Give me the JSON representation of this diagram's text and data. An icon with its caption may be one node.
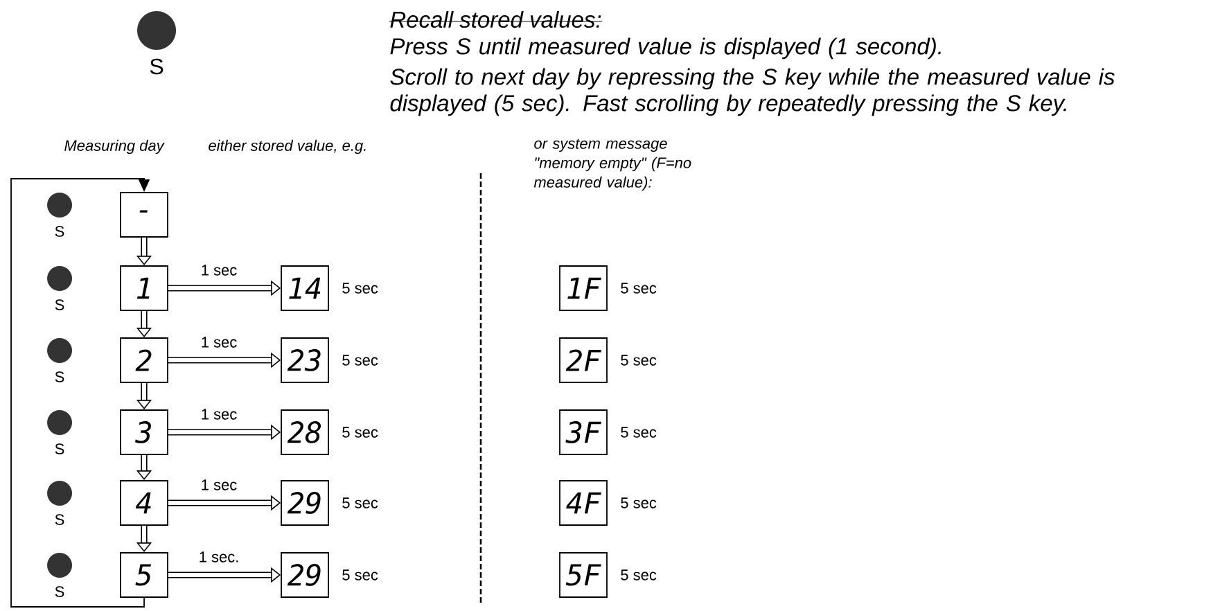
{
  "diagram": {
    "title": "Recall stored values:",
    "nodes": [
      {
        "text": [
          "-"
        ]
      },
      {
        "text": [
          "1"
        ]
      },
      {
        "text": [
          "14"
        ],
        "beside": [
          "5 sec"
        ]
      },
      {
        "text": [
          "1F"
        ],
        "beside": [
          "5 sec"
        ]
      },
      {
        "text": [
          "2"
        ]
      },
      {
        "text": [
          "23"
        ],
        "beside": [
          "5 sec"
        ]
      },
      {
        "text": [
          "2F"
        ],
        "beside": [
          "5 sec"
        ]
      },
      {
        "text": [
          "3"
        ]
      },
      {
        "text": [
          "28"
        ],
        "beside": [
          "5 sec"
        ]
      },
      {
        "text": [
          "3F"
        ],
        "beside": [
          "5 sec"
        ]
      },
      {
        "text": [
          "4"
        ]
      },
      {
        "text": [
          "29"
        ],
        "beside": [
          "5 sec"
        ]
      },
      {
        "text": [
          "4F"
        ],
        "beside": [
          "5 sec"
        ]
      },
      {
        "text": [
          "5"
        ]
      },
      {
        "text": [
          "29"
        ],
        "beside": [
          "5 sec"
        ]
      },
      {
        "text": [
          "5F"
        ],
        "beside": [
          "5 sec"
        ]
      }
    ],
    "edges": [
      {
        "from": 0,
        "to": 1,
        "arrow": "to"
      },
      {
        "from": 1,
        "to": 4,
        "arrow": "to"
      },
      {
        "from": 4,
        "to": 7,
        "arrow": "to"
      },
      {
        "from": 7,
        "to": 10,
        "arrow": "to"
      },
      {
        "from": 10,
        "to": 13,
        "arrow": "to"
      },
      {
        "from": 1,
        "to": 2,
        "arrow": "to",
        "label": "1 sec"
      },
      {
        "from": 4,
        "to": 5,
        "arrow": "to",
        "label": "1 sec"
      },
      {
        "from": 7,
        "to": 8,
        "arrow": "to",
        "label": "1 sec"
      },
      {
        "from": 10,
        "to": 11,
        "arrow": "to",
        "label": "1 sec"
      },
      {
        "from": 13,
        "to": 14,
        "arrow": "to",
        "label": "1 sec."
      },
      {
        "from": 13,
        "to": 0,
        "arrow": "to"
      }
    ],
    "labels": [
      "S",
      "Press S until measured value is displayed (1 second).",
      "Scroll to next day by repressing the S key while the measured value is displayed (5 sec). Fast scrolling by repeatedly pressing the S key.",
      "Measuring day",
      "either stored value, e.g.",
      "or system message \"memory empty\" (F=no measured value):",
      "S",
      "S",
      "S",
      "S",
      "S",
      "S"
    ]
  }
}
